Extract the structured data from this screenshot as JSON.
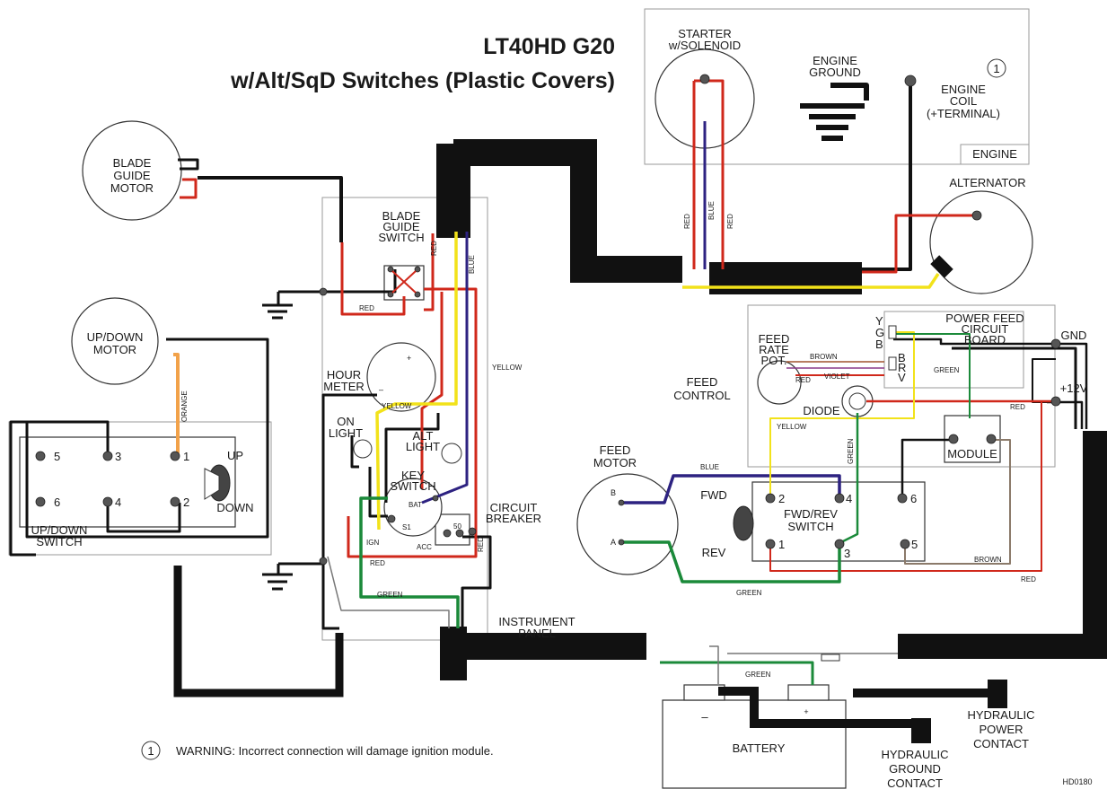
{
  "title": {
    "line1": "LT40HD G20",
    "line2": "w/Alt/SqD Switches (Plastic Covers)"
  },
  "labels": {
    "blade_guide_motor": [
      "BLADE",
      "GUIDE",
      "MOTOR"
    ],
    "blade_guide_switch": [
      "BLADE",
      "GUIDE",
      "SWITCH"
    ],
    "updown_motor": [
      "UP/DOWN",
      "MOTOR"
    ],
    "updown_switch": [
      "UP/DOWN",
      "SWITCH"
    ],
    "up": "UP",
    "down": "DOWN",
    "hour_meter": [
      "HOUR",
      "METER"
    ],
    "on_light": [
      "ON",
      "LIGHT"
    ],
    "alt_light": [
      "ALT",
      "LIGHT"
    ],
    "key_switch": [
      "KEY",
      "SWITCH"
    ],
    "circuit_breaker": [
      "CIRCUIT",
      "BREAKER"
    ],
    "instrument_panel": [
      "INSTRUMENT",
      "PANEL"
    ],
    "starter": [
      "STARTER",
      "w/SOLENOID"
    ],
    "engine_ground": [
      "ENGINE",
      "GROUND"
    ],
    "engine_coil": [
      "ENGINE",
      "COIL",
      "(+TERMINAL)"
    ],
    "engine": "ENGINE",
    "alternator": "ALTERNATOR",
    "circuit_board": [
      "POWER FEED",
      "CIRCUIT",
      "BOARD"
    ],
    "gnd": "GND",
    "plus12v": "+12V",
    "feed_rate_pot": [
      "FEED",
      "RATE",
      "POT."
    ],
    "feed_control": [
      "FEED",
      "CONTROL"
    ],
    "diode": "DIODE",
    "module": "MODULE",
    "feed_motor": [
      "FEED",
      "MOTOR"
    ],
    "fwd": "FWD",
    "rev": "REV",
    "fwdrev_switch": [
      "FWD/REV",
      "SWITCH"
    ],
    "battery": "BATTERY",
    "minus": "–",
    "plus": "+",
    "hour_minus": "–",
    "hydraulic_power": [
      "HYDRAULIC",
      "POWER",
      "CONTACT"
    ],
    "hydraulic_ground": [
      "HYDRAULIC",
      "GROUND",
      "CONTACT"
    ],
    "drawing_number": "HD0180",
    "note_marker": "1",
    "warning": "WARNING:  Incorrect  connection  will  damage  ignition  module."
  },
  "pins": {
    "updown": [
      "5",
      "3",
      "1",
      "6",
      "4",
      "2"
    ],
    "fwdrev": [
      "2",
      "4",
      "6",
      "1",
      "3",
      "5"
    ],
    "board": [
      "Y",
      "G",
      "B",
      "B",
      "R",
      "V"
    ],
    "feed_motor": [
      "B",
      "A"
    ],
    "key": [
      "BAT",
      "S1",
      "IGN",
      "ACC",
      "50"
    ]
  },
  "wire_labels": {
    "red": "RED",
    "blue": "BLUE",
    "yellow": "YELLOW",
    "green": "GREEN",
    "orange": "ORANGE",
    "brown": "BROWN",
    "violet": "VIOLET"
  },
  "colors": {
    "harness": "#111111",
    "red": "#d0281b",
    "blue": "#2d2281",
    "yellow": "#f2e21a",
    "green": "#1b8a3a",
    "orange": "#f2a24a",
    "brown": "#a0522d",
    "violet": "#8a3a8a"
  }
}
